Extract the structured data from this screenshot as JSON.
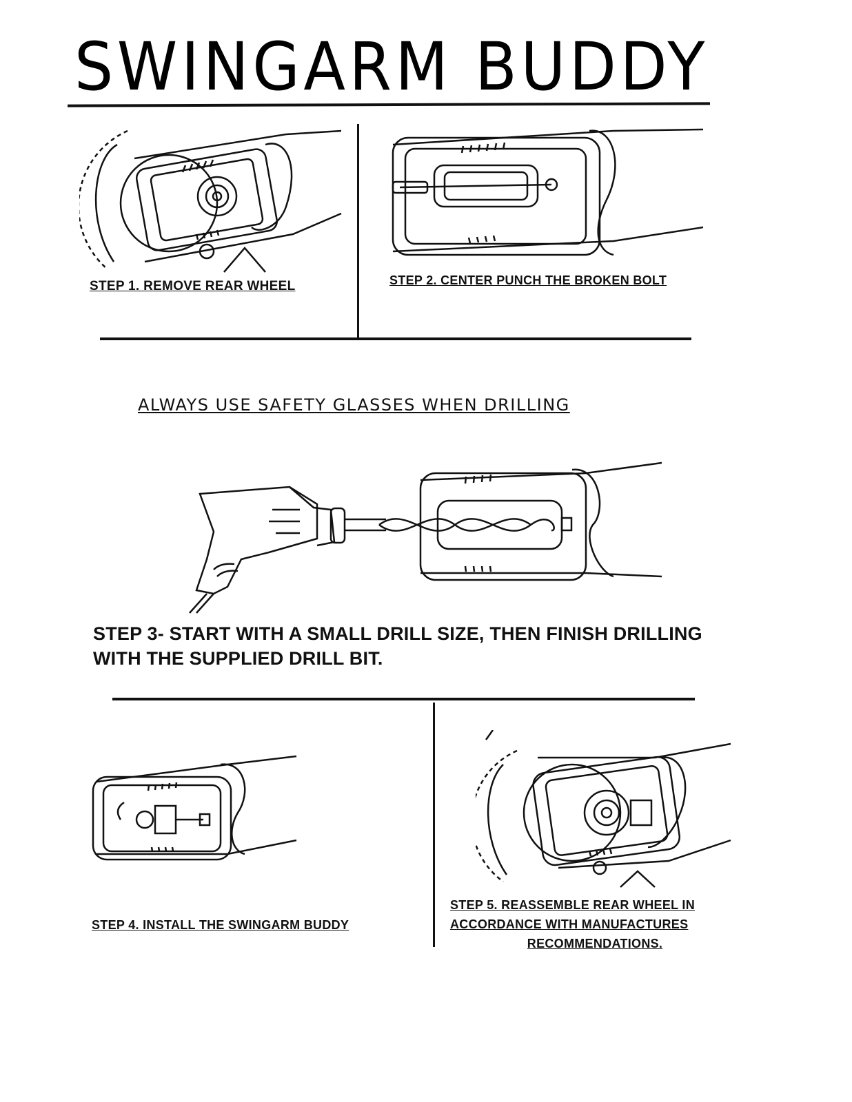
{
  "title": "SWINGARM BUDDY",
  "warning": "ALWAYS USE SAFETY GLASSES WHEN DRILLING",
  "steps": [
    {
      "caption": "STEP 1. REMOVE REAR WHEEL",
      "icon": "swingarm-wheel-icon"
    },
    {
      "caption": "STEP 2. CENTER PUNCH THE BROKEN BOLT",
      "icon": "center-punch-icon"
    },
    {
      "caption_line1": "STEP 3- START WITH A SMALL DRILL SIZE, THEN FINISH DRILLING",
      "caption_line2": "WITH THE SUPPLIED DRILL BIT.",
      "icon": "drill-icon"
    },
    {
      "caption": "STEP 4. INSTALL THE SWINGARM BUDDY",
      "icon": "swingarm-buddy-icon"
    },
    {
      "caption_line1": "STEP 5. REASSEMBLE REAR WHEEL IN",
      "caption_line2": "ACCORDANCE WITH MANUFACTURES",
      "caption_line3": "RECOMMENDATIONS.",
      "icon": "swingarm-wheel-icon"
    }
  ]
}
